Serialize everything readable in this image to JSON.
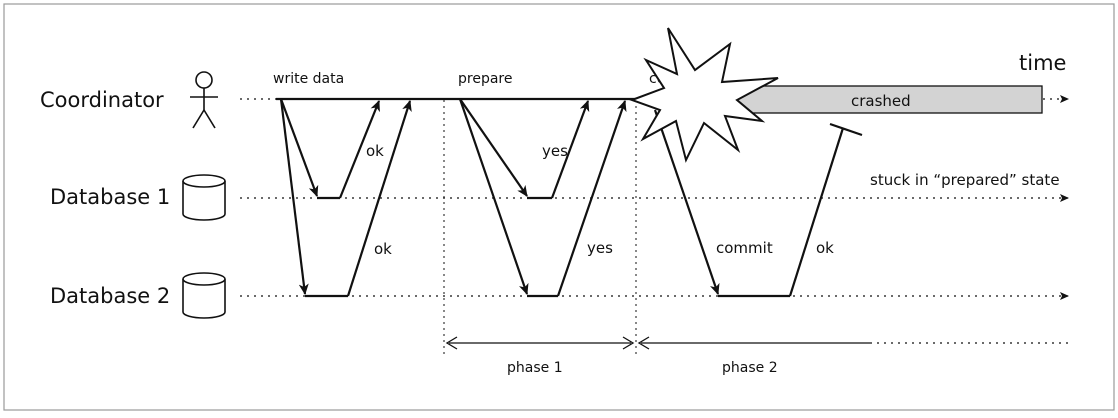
{
  "participants": {
    "coordinator": "Coordinator",
    "database1": "Database 1",
    "database2": "Database 2"
  },
  "axis": {
    "time": "time"
  },
  "phases": {
    "write": "write data",
    "prepare": "prepare",
    "commit_partial": "co",
    "phase1": "phase 1",
    "phase2": "phase 2"
  },
  "messages": {
    "ok_db1": "ok",
    "ok_db2": "ok",
    "yes_db1": "yes",
    "yes_db2": "yes",
    "commit": "commit",
    "ok_after_commit": "ok"
  },
  "status": {
    "crashed": "crashed",
    "stuck": "stuck in “prepared” state"
  },
  "icons": {
    "coordinator": "stick-figure-icon",
    "database": "cylinder-database-icon",
    "crash": "explosion-icon"
  },
  "colors": {
    "crashed_fill": "#d3d3d3",
    "line": "#111111",
    "frame": "#9a9a9a"
  }
}
